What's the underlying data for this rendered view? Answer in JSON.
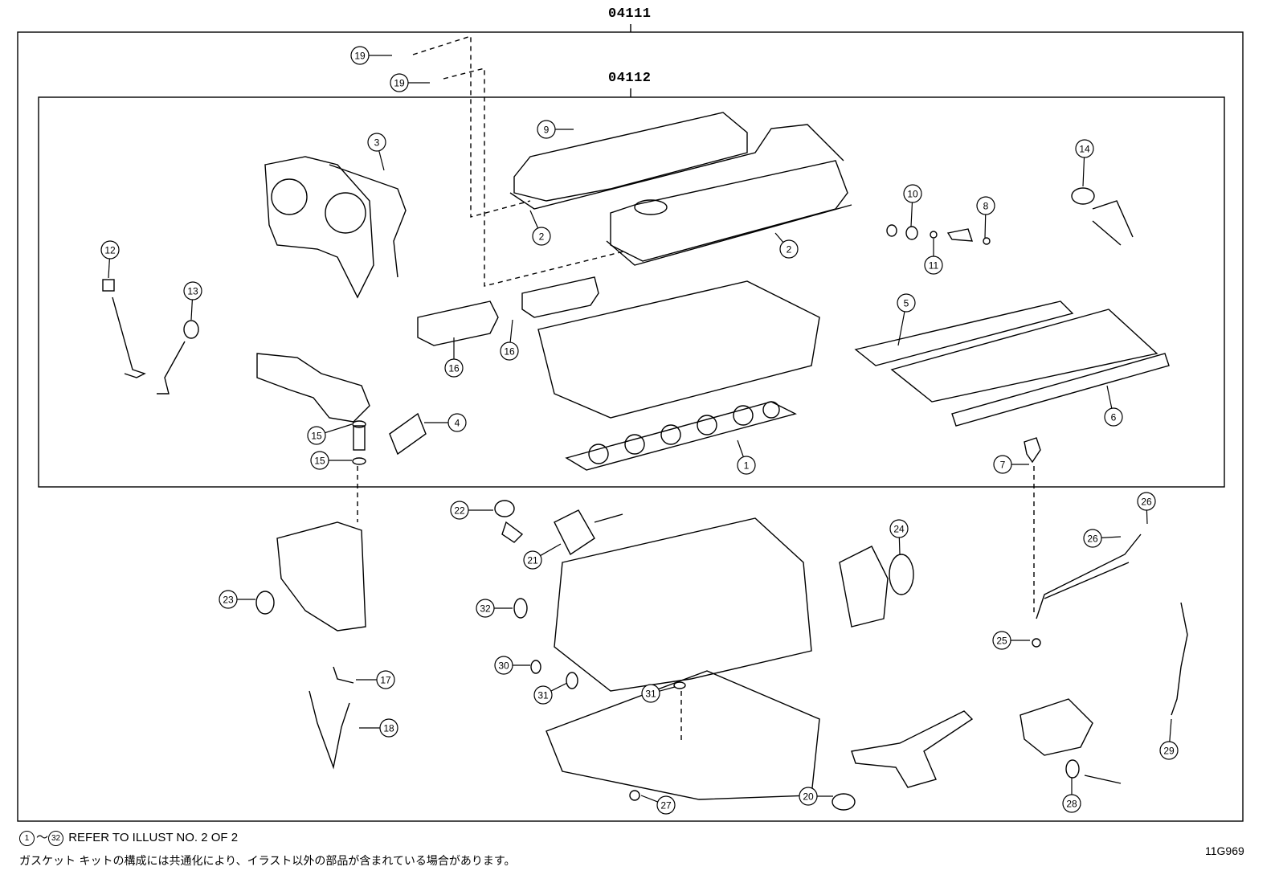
{
  "assembly_codes": {
    "outer_kit": "04111",
    "inner_kit": "04112"
  },
  "footer": {
    "range_start": "1",
    "range_separator": "～",
    "range_end": "32",
    "refer_note": "REFER TO ILLUST NO. 2 OF 2",
    "japanese_note": "ガスケット キットの構成には共通化により、イラスト以外の部品が含まれている場合があります。",
    "illustration_code": "11G969"
  },
  "callouts": [
    {
      "id": "c19a",
      "label": "19"
    },
    {
      "id": "c19b",
      "label": "19"
    },
    {
      "id": "c3",
      "label": "3"
    },
    {
      "id": "c9",
      "label": "9"
    },
    {
      "id": "c2a",
      "label": "2"
    },
    {
      "id": "c2b",
      "label": "2"
    },
    {
      "id": "c10",
      "label": "10"
    },
    {
      "id": "c8",
      "label": "8"
    },
    {
      "id": "c11",
      "label": "11"
    },
    {
      "id": "c14",
      "label": "14"
    },
    {
      "id": "c12",
      "label": "12"
    },
    {
      "id": "c13",
      "label": "13"
    },
    {
      "id": "c16a",
      "label": "16"
    },
    {
      "id": "c16b",
      "label": "16"
    },
    {
      "id": "c5",
      "label": "5"
    },
    {
      "id": "c6",
      "label": "6"
    },
    {
      "id": "c4",
      "label": "4"
    },
    {
      "id": "c15a",
      "label": "15"
    },
    {
      "id": "c15b",
      "label": "15"
    },
    {
      "id": "c1",
      "label": "1"
    },
    {
      "id": "c7",
      "label": "7"
    },
    {
      "id": "c22",
      "label": "22"
    },
    {
      "id": "c21",
      "label": "21"
    },
    {
      "id": "c24",
      "label": "24"
    },
    {
      "id": "c26a",
      "label": "26"
    },
    {
      "id": "c26b",
      "label": "26"
    },
    {
      "id": "c23",
      "label": "23"
    },
    {
      "id": "c32",
      "label": "32"
    },
    {
      "id": "c25",
      "label": "25"
    },
    {
      "id": "c30",
      "label": "30"
    },
    {
      "id": "c17",
      "label": "17"
    },
    {
      "id": "c31a",
      "label": "31"
    },
    {
      "id": "c31b",
      "label": "31"
    },
    {
      "id": "c18",
      "label": "18"
    },
    {
      "id": "c29",
      "label": "29"
    },
    {
      "id": "c20",
      "label": "20"
    },
    {
      "id": "c27",
      "label": "27"
    },
    {
      "id": "c28",
      "label": "28"
    }
  ],
  "colors": {
    "line": "#000000",
    "background": "#ffffff"
  }
}
